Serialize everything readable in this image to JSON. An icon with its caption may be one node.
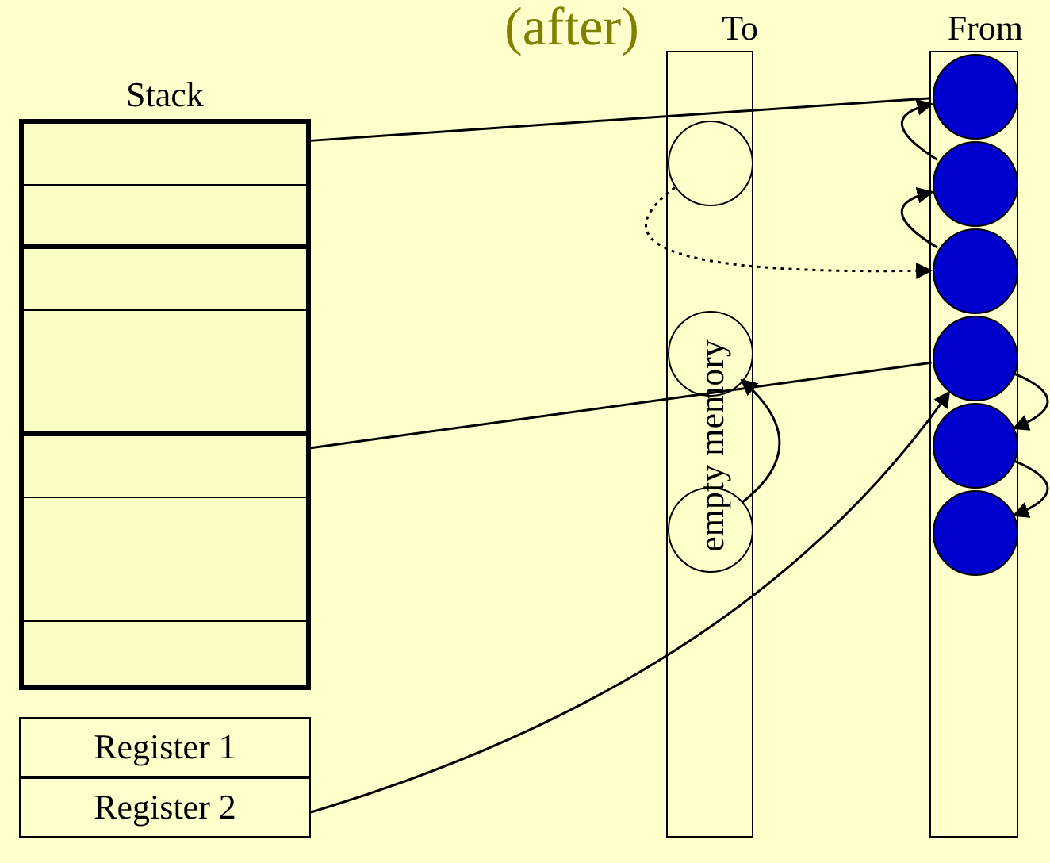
{
  "diagram": {
    "title": "(after)",
    "nodes": [
      {
        "text": [
          "Stack"
        ]
      },
      {
        "text": [],
        "shape": "box",
        "in": 0
      },
      {
        "text": [],
        "shape": "box",
        "in": 0
      },
      {
        "text": [],
        "shape": "box",
        "in": 0
      },
      {
        "text": [],
        "shape": "box",
        "in": 0
      },
      {
        "text": [],
        "shape": "box",
        "in": 0
      },
      {
        "text": [],
        "shape": "box",
        "in": 0
      },
      {
        "text": [],
        "shape": "box",
        "in": 0
      },
      {
        "text": [
          "Register 1"
        ]
      },
      {
        "text": [
          "Register 2"
        ]
      },
      {
        "text": [
          "To",
          "empty memory"
        ]
      },
      {
        "text": [],
        "shape": "circle",
        "in": 10
      },
      {
        "text": [],
        "shape": "circle",
        "in": 10
      },
      {
        "text": [],
        "shape": "circle",
        "in": 10
      },
      {
        "text": [
          "From"
        ]
      },
      {
        "text": [],
        "shape": "circle",
        "in": 14
      },
      {
        "text": [],
        "shape": "circle",
        "in": 14
      },
      {
        "text": [],
        "shape": "circle",
        "in": 14
      },
      {
        "text": [],
        "shape": "circle",
        "in": 14
      },
      {
        "text": [],
        "shape": "circle",
        "in": 14
      },
      {
        "text": [],
        "shape": "circle",
        "in": 14
      }
    ],
    "edges": [
      {
        "from": 1,
        "to": 15,
        "arrow": "none"
      },
      {
        "from": 5,
        "to": 18,
        "arrow": "none"
      },
      {
        "from": 9,
        "to": 18,
        "arrow": "to"
      },
      {
        "from": 11,
        "to": 17,
        "arrow": "to",
        "style": "dashed"
      },
      {
        "from": 16,
        "to": 15,
        "arrow": "to"
      },
      {
        "from": 17,
        "to": 16,
        "arrow": "to"
      },
      {
        "from": 18,
        "to": 19,
        "arrow": "to"
      },
      {
        "from": 19,
        "to": 20,
        "arrow": "to"
      },
      {
        "from": 13,
        "to": 12,
        "arrow": "to"
      }
    ]
  }
}
